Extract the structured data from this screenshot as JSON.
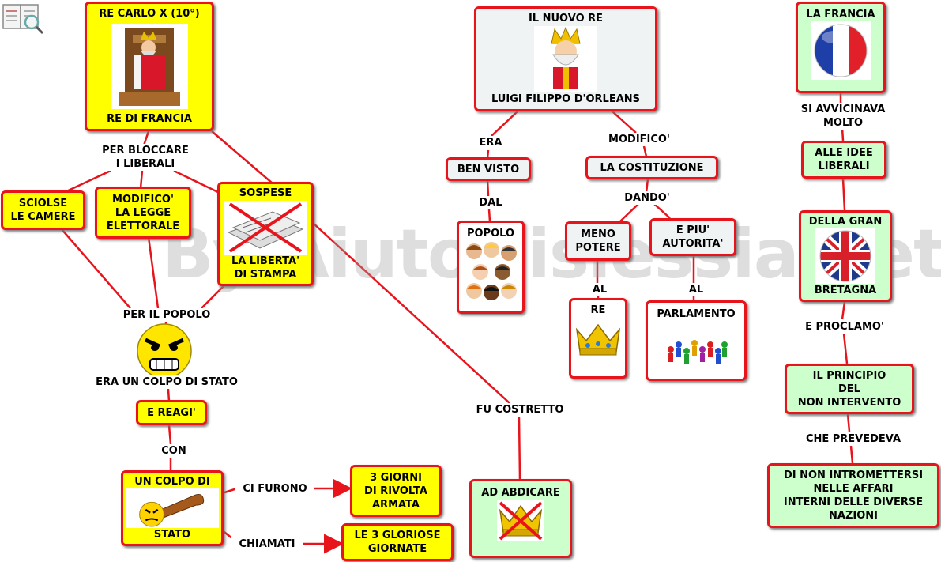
{
  "watermark": "By AiutoDislessia.net",
  "nodes": {
    "carlo_title": "RE CARLO X (10°)",
    "carlo_sub": "RE DI FRANCIA",
    "sciolse": "SCIOLSE\nLE CAMERE",
    "modifico_legge": "MODIFICO'\nLA LEGGE\nELETTORALE",
    "sospese_top": "SOSPESE",
    "sospese_bottom": "LA LIBERTA'\nDI STAMPA",
    "e_reagi": "E REAGI'",
    "colpo_top": "UN COLPO DI",
    "colpo_bottom": "STATO",
    "tre_giorni": "3 GIORNI\nDI RIVOLTA\nARMATA",
    "gloriose": "LE 3 GLORIOSE\nGIORNATE",
    "nuovo_re_top": "IL NUOVO RE",
    "nuovo_re_bottom": "LUIGI FILIPPO D'ORLEANS",
    "ben_visto": "BEN VISTO",
    "popolo": "POPOLO",
    "costituzione": "LA COSTITUZIONE",
    "meno_potere": "MENO\nPOTERE",
    "piu_autorita": "E PIU'\nAUTORITA'",
    "re": "RE",
    "parlamento": "PARLAMENTO",
    "abdicare": "AD ABDICARE",
    "francia": "LA FRANCIA",
    "idee_liberali": "ALLE IDEE\nLIBERALI",
    "gran_top": "DELLA GRAN",
    "gran_bottom": "BRETAGNA",
    "principio": "IL PRINCIPIO\nDEL\nNON INTERVENTO",
    "intromettersi": "DI NON INTROMETTERSI\nNELLE AFFARI\nINTERNI DELLE DIVERSE\nNAZIONI"
  },
  "labels": {
    "per_bloccare": "PER BLOCCARE\nI LIBERALI",
    "per_il_popolo": "PER IL POPOLO",
    "era_colpo": "ERA UN COLPO DI STATO",
    "con": "CON",
    "ci_furono": "CI FURONO",
    "chiamati": "CHIAMATI",
    "era": "ERA",
    "dal": "DAL",
    "modifico": "MODIFICO'",
    "dando": "DANDO'",
    "al1": "AL",
    "al2": "AL",
    "fu_costretto": "FU COSTRETTO",
    "si_avvicinava": "SI AVVICINAVA\nMOLTO",
    "e_proclamo": "E PROCLAMO'",
    "che_prevedeva": "CHE PREVEDEVA"
  },
  "icons": [
    "book-logo-icon",
    "king-on-throne-icon",
    "crossed-newspaper-icon",
    "angry-face-icon",
    "club-emoji-icon",
    "king-icon",
    "people-faces-icon",
    "crown-icon",
    "parliament-people-icon",
    "crossed-crown-icon",
    "france-flag-icon",
    "uk-flag-icon"
  ],
  "colors": {
    "border": "#e8141c",
    "yellow": "#ffff00",
    "green": "#ccffcc"
  }
}
